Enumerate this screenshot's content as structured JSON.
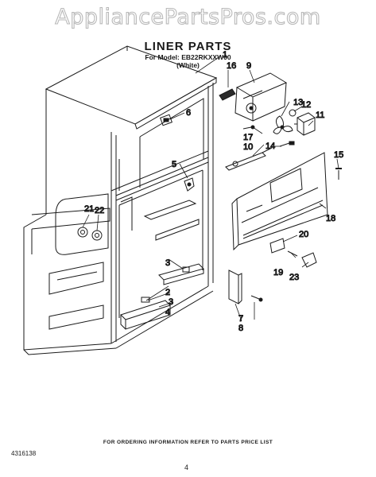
{
  "watermark": "AppliancePartsPros.com",
  "header": {
    "title": "LINER PARTS",
    "model_line": "For Model: EB22RKXXW00",
    "variant": "(White)"
  },
  "callouts": {
    "c1": "1",
    "c2": "2",
    "c3a": "3",
    "c3b": "3",
    "c4": "4",
    "c5": "5",
    "c6": "6",
    "c7": "7",
    "c8": "8",
    "c9": "9",
    "c10": "10",
    "c11": "11",
    "c12": "12",
    "c13": "13",
    "c14": "14",
    "c15": "15",
    "c16": "16",
    "c17": "17",
    "c18": "18",
    "c19": "19",
    "c20": "20",
    "c21": "21",
    "c22": "22",
    "c23": "23"
  },
  "footer": {
    "note": "FOR ORDERING INFORMATION REFER TO PARTS PRICE LIST",
    "doc_number": "4316138",
    "page": "4"
  }
}
